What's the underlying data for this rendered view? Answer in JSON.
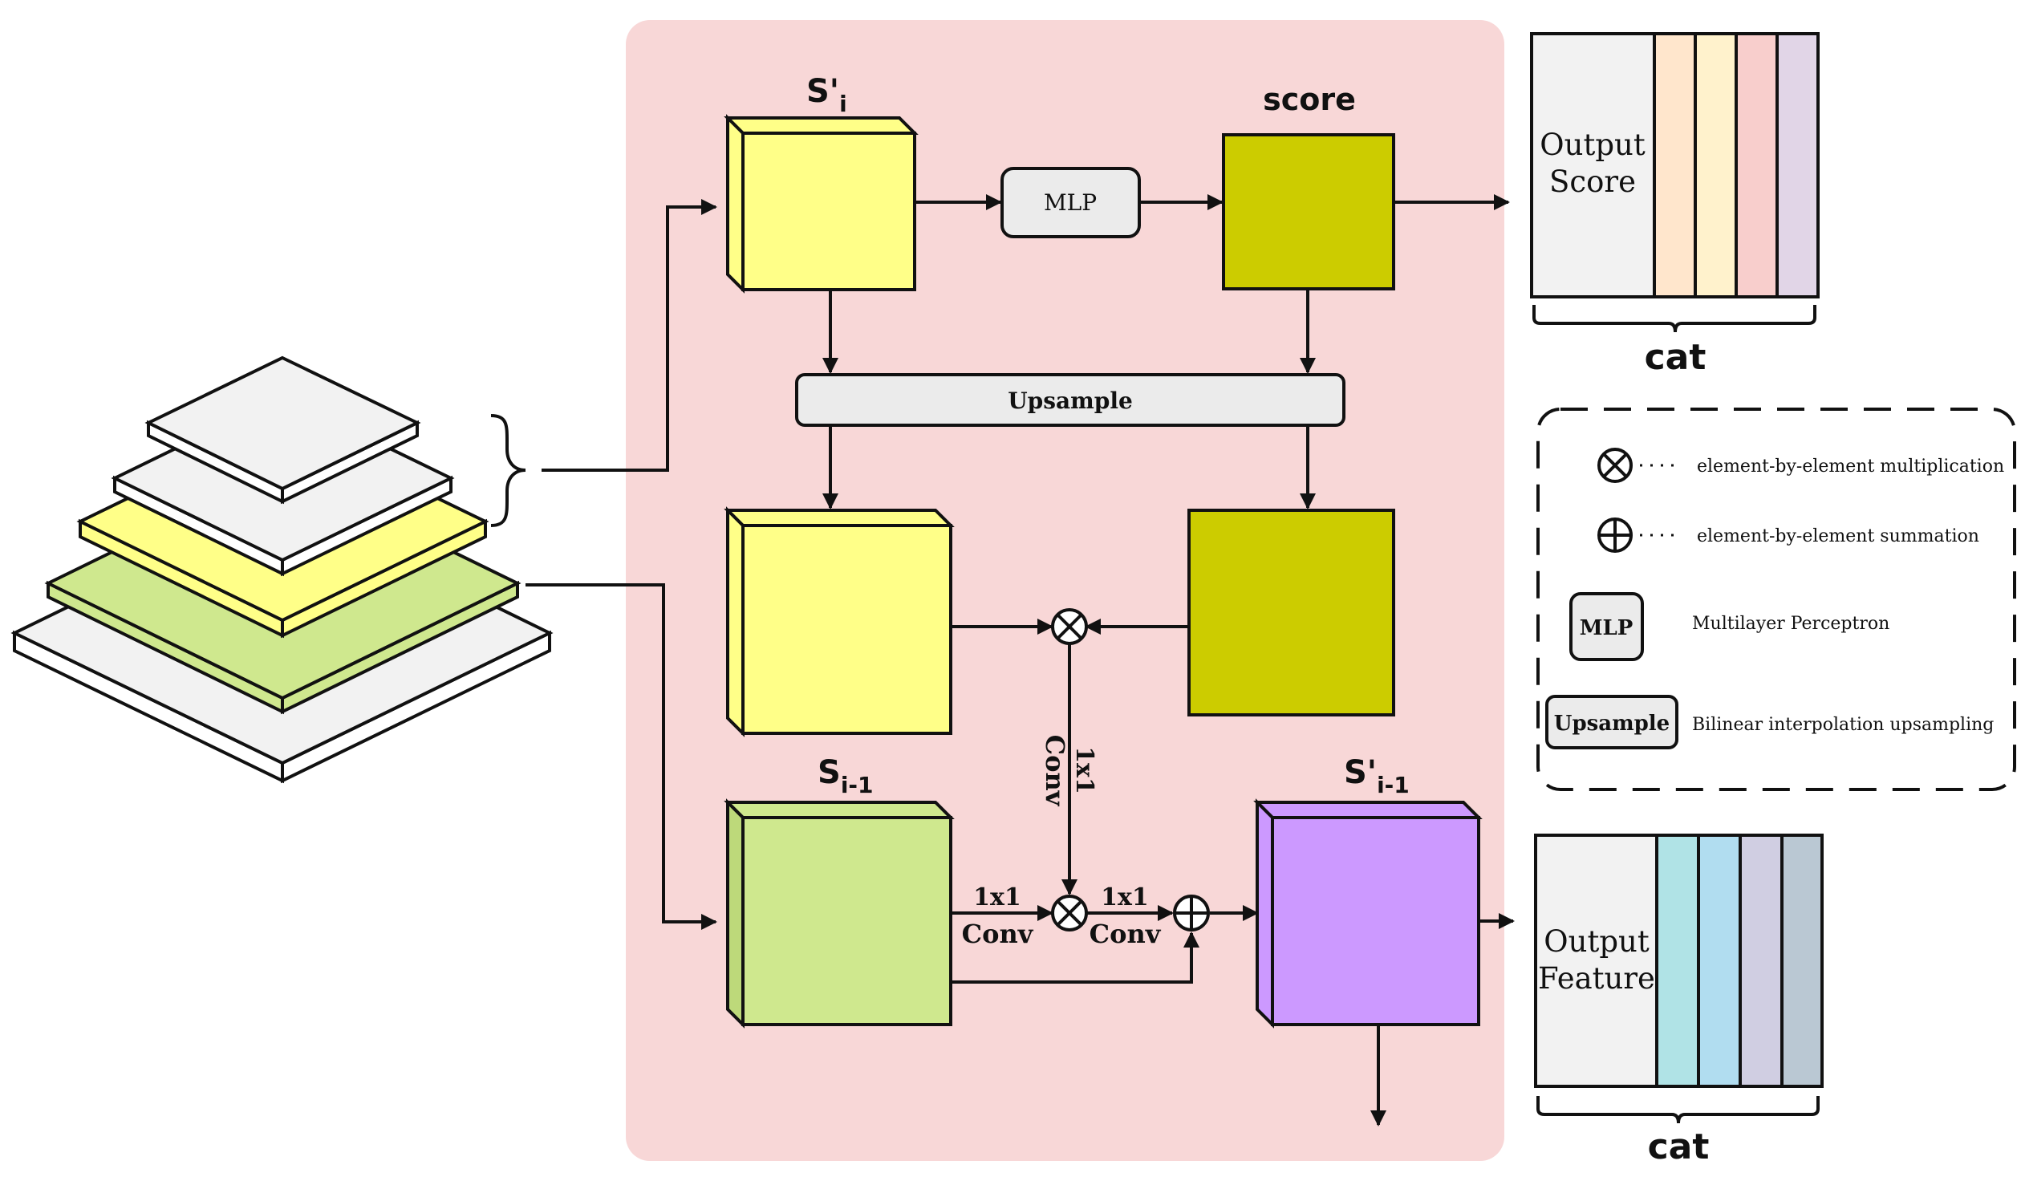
{
  "labels": {
    "s_i_prime_base": "S'",
    "s_i_prime_sub": "i",
    "score": "score",
    "mlp": "MLP",
    "upsample": "Upsample",
    "s_i_minus_1_base": "S",
    "s_i_minus_1_sub": "i-1",
    "s_prime_i_minus_1_base": "S'",
    "s_prime_i_minus_1_sub": "i-1",
    "conv_vertical_1": "1x1",
    "conv_vertical_2": "Conv",
    "conv_left_1": "1x1",
    "conv_left_2": "Conv",
    "conv_right_1": "1x1",
    "conv_right_2": "Conv"
  },
  "output_score": {
    "line1": "Output",
    "line2": "Score",
    "cat": "cat"
  },
  "output_feature": {
    "line1": "Output",
    "line2": "Feature",
    "cat": "cat"
  },
  "legend": {
    "mult_text": "element-by-element multiplication",
    "sum_text": "element-by-element summation",
    "mlp_label": "MLP",
    "mlp_text": "Multilayer Perceptron",
    "upsample_label": "Upsample",
    "upsample_text": "Bilinear interpolation upsampling"
  },
  "colors": {
    "panel": "#f8d7d7",
    "yellow": "#ffff88",
    "olive": "#cccc00",
    "green": "#cfe88e",
    "purple": "#cc99ff",
    "gray_box": "#ebebeb",
    "score_strips": [
      "#ffe6cc",
      "#fff2cc",
      "#f8cecc",
      "#e1d5e7"
    ],
    "feature_strips": [
      "#b0e3e6",
      "#b1ddf0",
      "#d0cee2",
      "#bac8d3"
    ]
  }
}
